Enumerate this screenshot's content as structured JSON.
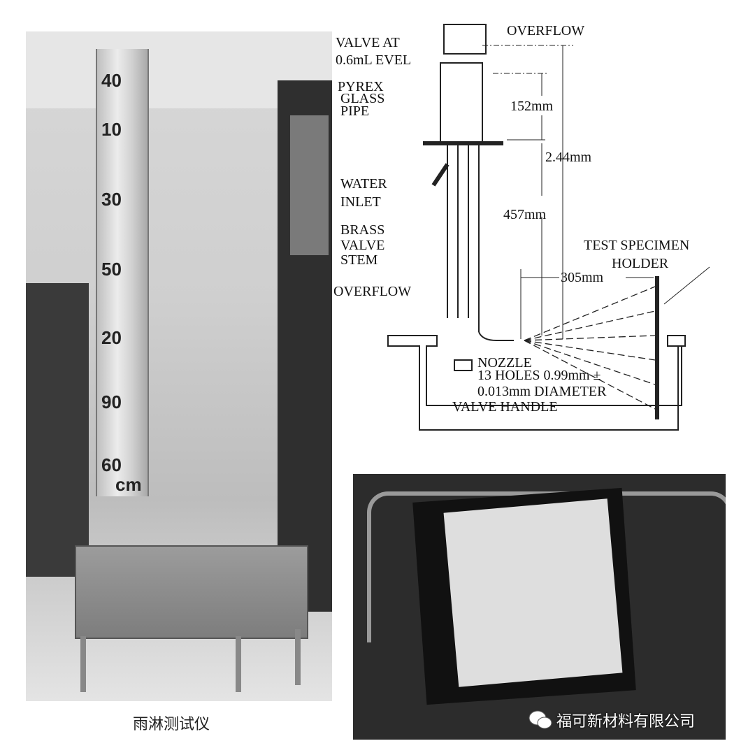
{
  "left_photo": {
    "scale_marks": [
      "40",
      "10",
      "30",
      "50",
      "20",
      "90",
      "60",
      "cm"
    ],
    "caption": "雨淋测试仪"
  },
  "diagram": {
    "labels": {
      "overflow_top": "OVERFLOW",
      "valve_at_1": "VALVE AT",
      "valve_at_2": "0.6mL EVEL",
      "pyrex_1": "PYREX",
      "pyrex_2": "GLASS",
      "pyrex_3": "PIPE",
      "water_1": "WATER",
      "water_2": "INLET",
      "brass_1": "BRASS",
      "brass_2": "VALVE",
      "brass_3": "STEM",
      "overflow_bottom": "OVERFLOW",
      "test_1": "TEST SPECIMEN",
      "test_2": "HOLDER",
      "nozzle_1": "NOZZLE",
      "nozzle_2": "13 HOLES 0.99mm ±",
      "nozzle_3": "0.013mm DIAMETER",
      "valve_handle": "VALVE HANDLE"
    },
    "dimensions": {
      "d1": "152mm",
      "d2": "2.44mm",
      "d3": "457mm",
      "d4": "305mm"
    }
  },
  "watermark": {
    "icon": "wechat-icon",
    "text": "福可新材料有限公司"
  }
}
